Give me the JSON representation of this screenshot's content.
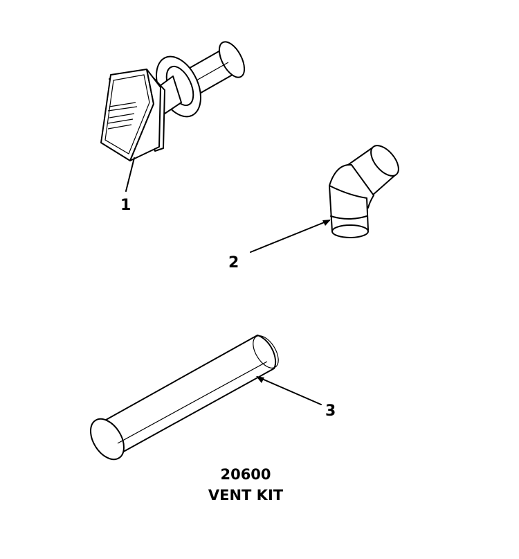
{
  "callouts": [
    {
      "number": "1"
    },
    {
      "number": "2"
    },
    {
      "number": "3"
    }
  ],
  "caption": {
    "part_number": "20600",
    "title": "VENT KIT"
  }
}
